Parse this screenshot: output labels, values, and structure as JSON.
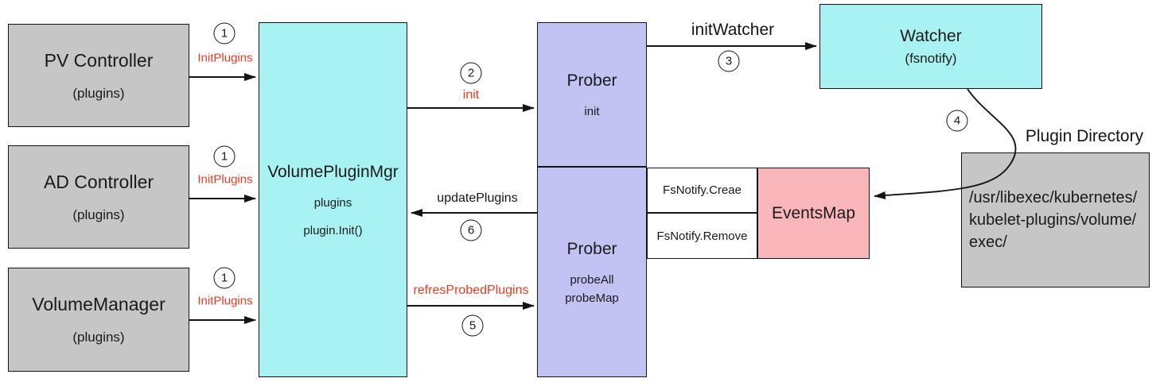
{
  "nodes": {
    "pv_controller": {
      "title": "PV Controller",
      "subtitle": "(plugins)"
    },
    "ad_controller": {
      "title": "AD Controller",
      "subtitle": "(plugins)"
    },
    "volume_manager": {
      "title": "VolumeManager",
      "subtitle": "(plugins)"
    },
    "volume_plugin_mgr": {
      "title": "VolumePluginMgr",
      "line1": "plugins",
      "line2": "plugin.Init()"
    },
    "prober_init": {
      "title": "Prober",
      "line1": "init"
    },
    "prober_probe": {
      "title": "Prober",
      "line1": "probeAll",
      "line2": "probeMap"
    },
    "watcher": {
      "title": "Watcher",
      "subtitle": "(fsnotify)"
    },
    "fsnotify_create": {
      "label": "FsNotify.Creae"
    },
    "fsnotify_remove": {
      "label": "FsNotify.Remove"
    },
    "events_map": {
      "title": "EventsMap"
    },
    "plugin_directory": {
      "title": "Plugin Directory",
      "path_line1": "/usr/libexec/kubernetes/",
      "path_line2": "kubelet-plugins/volume/",
      "path_line3": "exec/"
    }
  },
  "edges": {
    "init_plugins_pv": {
      "label": "InitPlugins",
      "step": "1"
    },
    "init_plugins_ad": {
      "label": "InitPlugins",
      "step": "1"
    },
    "init_plugins_vm": {
      "label": "InitPlugins",
      "step": "1"
    },
    "init": {
      "label": "init",
      "step": "2"
    },
    "init_watcher": {
      "label": "initWatcher",
      "step": "3"
    },
    "watcher_to_eventsmap": {
      "step": "4"
    },
    "refresh_probed": {
      "label": "refresProbedPlugins",
      "step": "5"
    },
    "update_plugins": {
      "label": "updatePlugins",
      "step": "6"
    }
  },
  "colors": {
    "node_gray": "#c6c6c6",
    "node_cyan": "#a9f2f4",
    "node_purple": "#c3c3f3",
    "node_pink": "#f9b7bc",
    "edge_label_red": "#ee3a1f",
    "line_black": "#141414"
  }
}
